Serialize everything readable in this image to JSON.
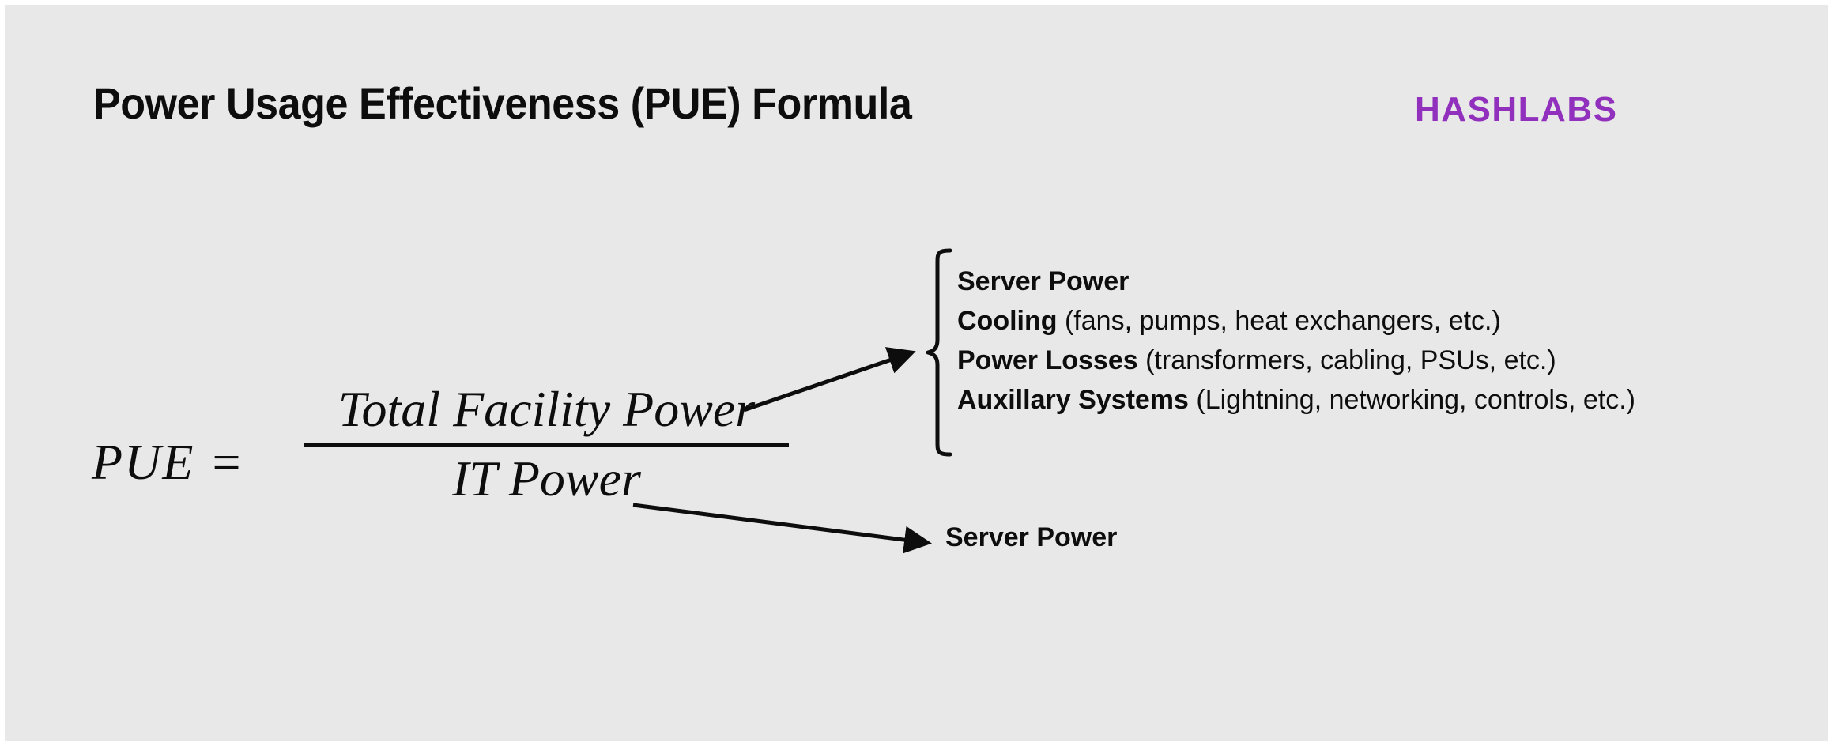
{
  "header": {
    "title": "Power Usage Effectiveness (PUE) Formula",
    "brand": "HASHLABS",
    "brand_color": "#9130bd"
  },
  "formula": {
    "lhs": "PUE =",
    "numerator": "Total Facility Power",
    "denominator": "IT Power"
  },
  "numerator_breakdown": {
    "items": [
      {
        "term": "Server Power",
        "detail": ""
      },
      {
        "term": "Cooling",
        "detail": " (fans, pumps, heat exchangers, etc.)"
      },
      {
        "term": "Power Losses",
        "detail": " (transformers, cabling, PSUs, etc.)"
      },
      {
        "term": "Auxillary Systems",
        "detail": " (Lightning, networking, controls, etc.)"
      }
    ]
  },
  "denominator_breakdown": {
    "label": "Server Power"
  },
  "colors": {
    "background": "#e8e8e8",
    "ink": "#0d0d0d",
    "accent": "#9130bd"
  }
}
